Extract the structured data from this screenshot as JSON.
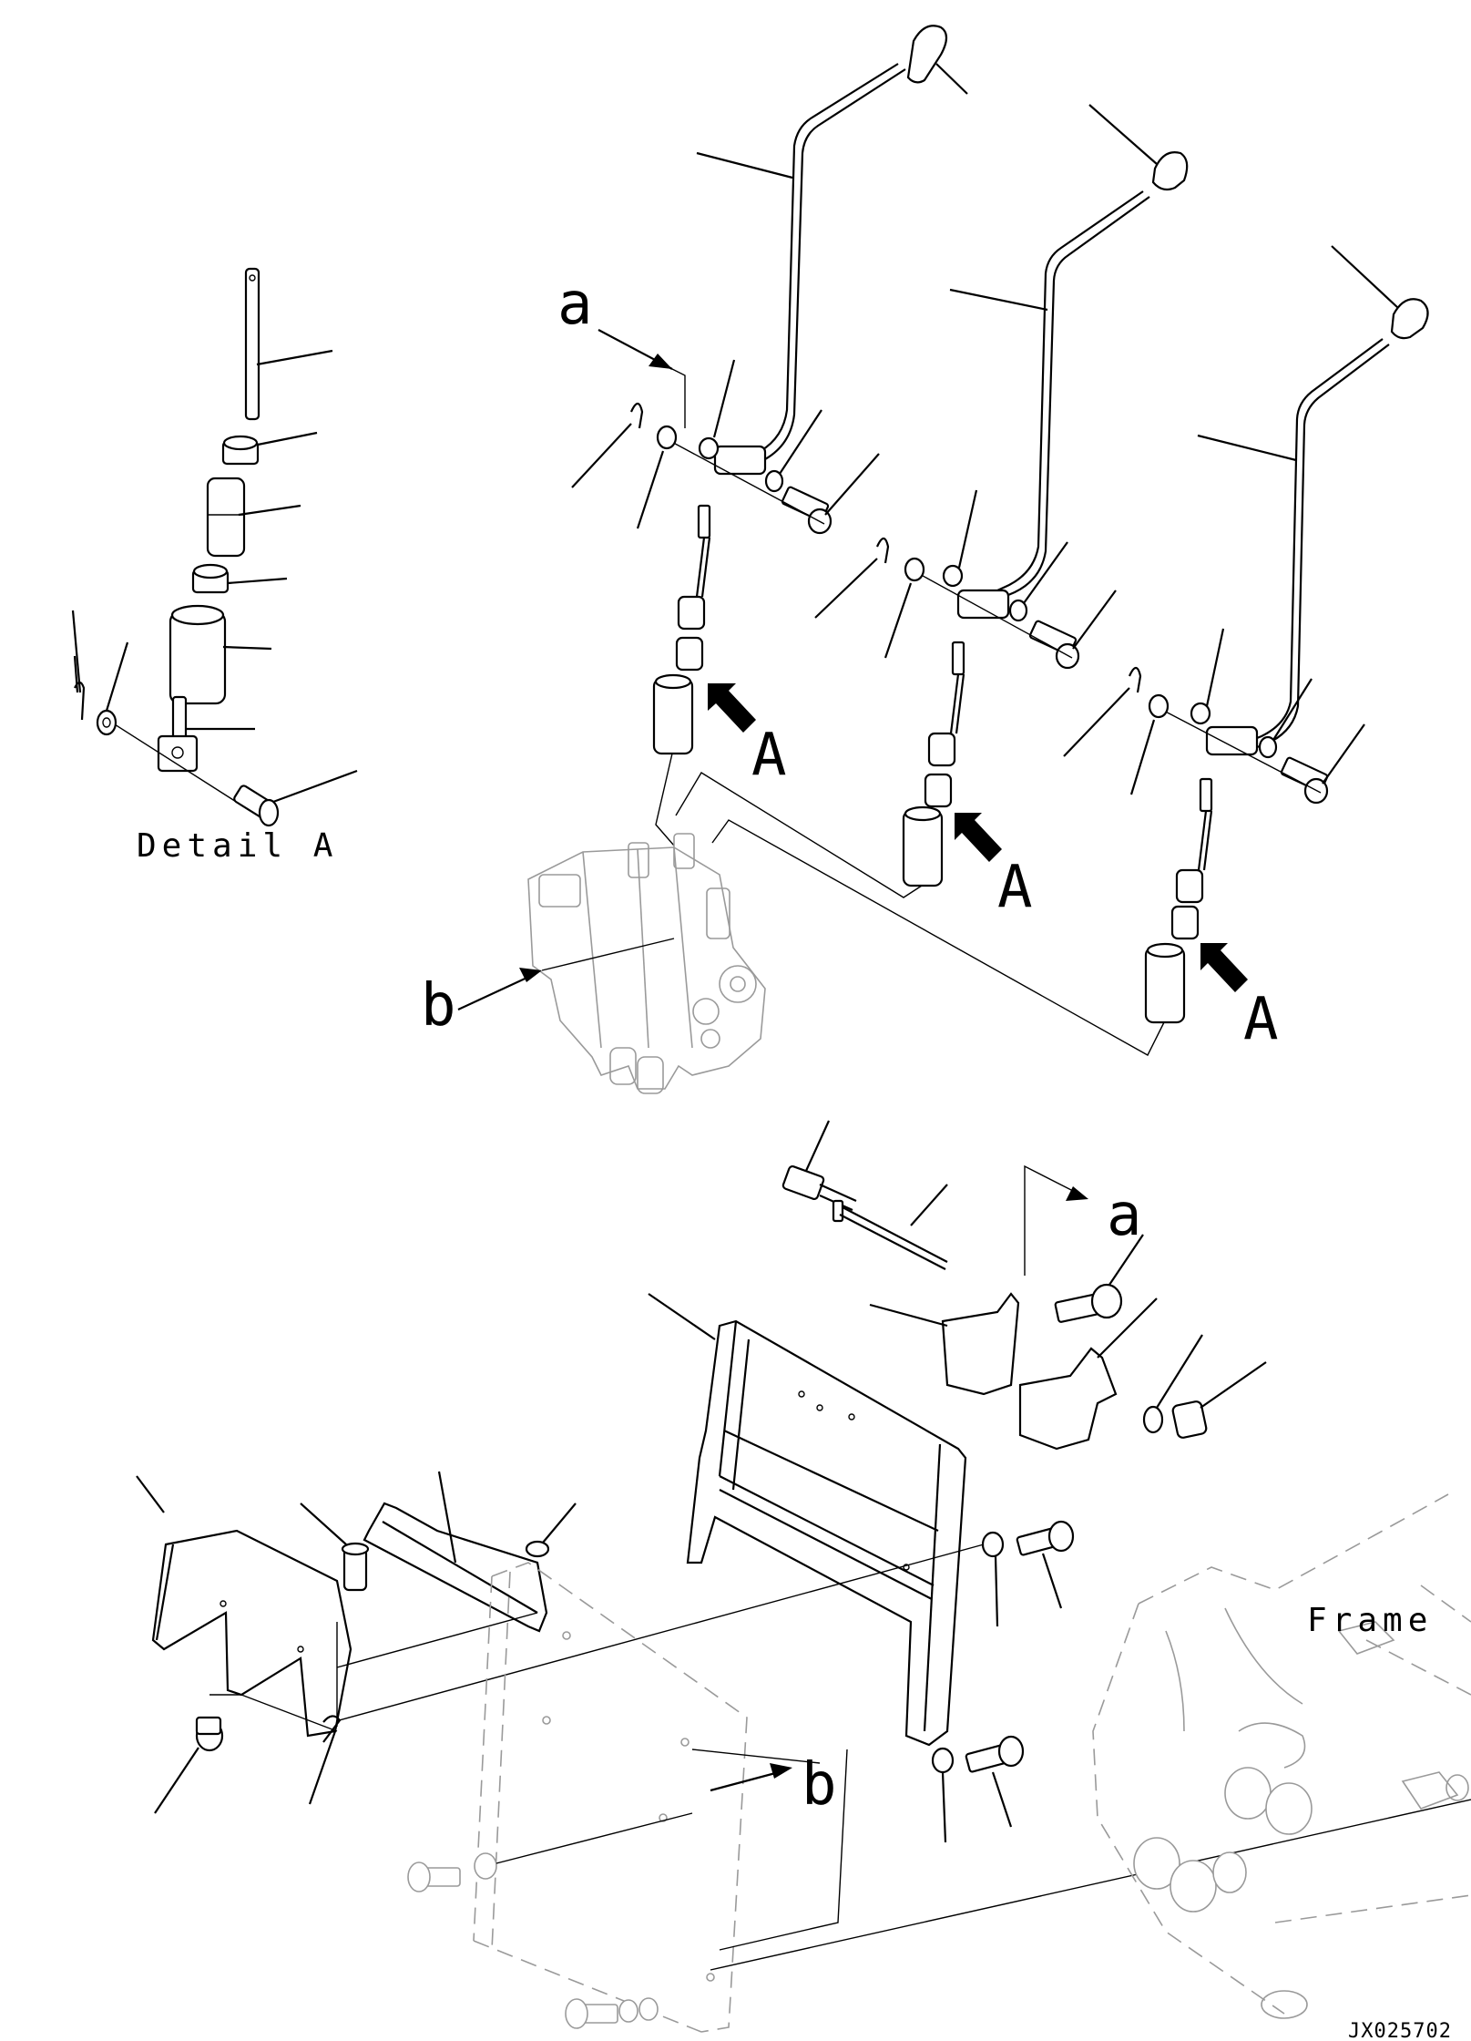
{
  "labels": {
    "detail_caption": "Detail A",
    "view_marker": "A",
    "ref_a": "a",
    "ref_b": "b",
    "frame": "Frame",
    "drawing_code": "JX025702"
  },
  "icons": {
    "view_arrow": "view-direction-arrow-icon",
    "lever_knob": "lever-knob-icon",
    "control_valve": "control-valve-icon"
  },
  "colors": {
    "line": "#000000",
    "ghost": "#9a9a9a",
    "background": "#ffffff"
  }
}
